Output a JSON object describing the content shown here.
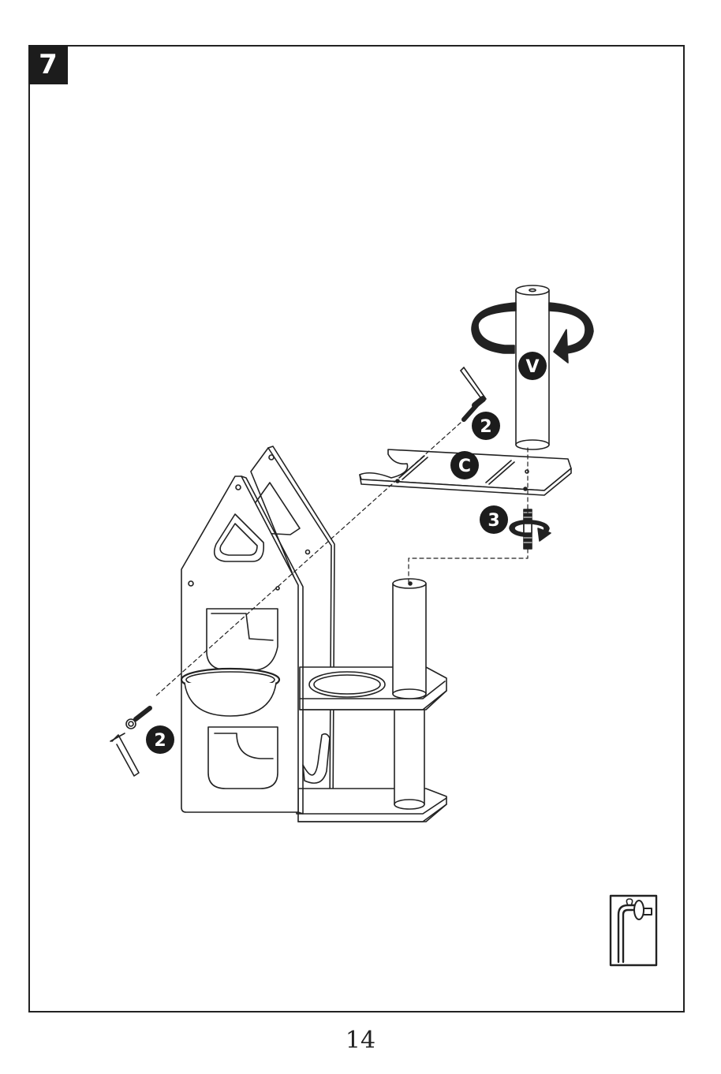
{
  "step": {
    "number": "7"
  },
  "page": {
    "number": "14"
  },
  "callouts": {
    "post_v": "V",
    "board_c": "C",
    "screws_top_count": "2",
    "screws_left_count": "2",
    "bolt_count": "3"
  },
  "tool_icon": "allen-key-icon",
  "colors": {
    "ink": "#222222",
    "badge": "#1c1c1c",
    "paper": "#ffffff"
  }
}
